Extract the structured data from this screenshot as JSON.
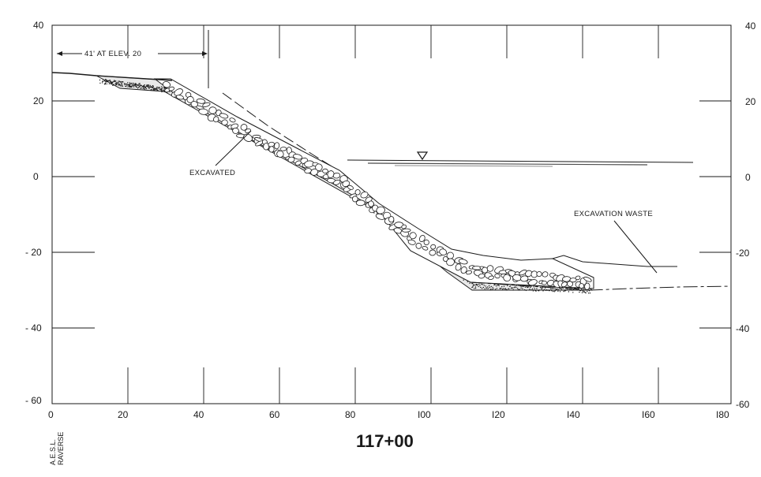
{
  "section": {
    "station": "117+00",
    "traverse_label_line1": "A.E.S.L.",
    "traverse_label_line2": "RAVERSE"
  },
  "axes": {
    "left_ticks": [
      "40",
      "20",
      "0",
      "- 20",
      "- 40",
      "- 60"
    ],
    "right_ticks": [
      "40",
      "20",
      "0",
      "-20",
      "-40",
      "-60"
    ],
    "bottom_ticks": [
      "0",
      "20",
      "40",
      "60",
      "80",
      "I00",
      "I20",
      "I40",
      "I60",
      "I80"
    ]
  },
  "annotations": {
    "elev_note": "41' AT ELEV. 20",
    "excavated": "EXCAVATED",
    "excavation_waste": "EXCAVATION WASTE"
  },
  "symbols": {
    "water_surface": "water-level-triangle"
  },
  "colors": {
    "ink": "#1a1a1a",
    "background": "#ffffff"
  }
}
